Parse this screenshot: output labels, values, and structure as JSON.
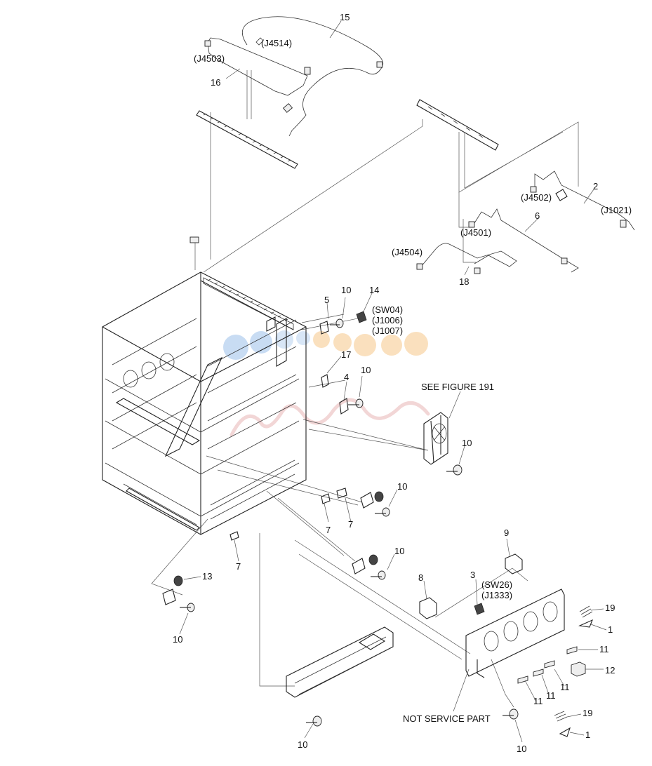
{
  "labels": {
    "n15": "15",
    "n16": "16",
    "j4514": "(J4514)",
    "j4503": "(J4503)",
    "n2": "2",
    "j4502": "(J4502)",
    "j1021": "(J1021)",
    "n6": "6",
    "j4501": "(J4501)",
    "j4504": "(J4504)",
    "n18": "18",
    "n5": "5",
    "n10_a": "10",
    "n14": "14",
    "sw04": "(SW04)",
    "j1006": "(J1006)",
    "j1007": "(J1007)",
    "n17": "17",
    "n4": "4",
    "n10_b": "10",
    "see_figure": "SEE FIGURE 191",
    "n10_c": "10",
    "n10_d": "10",
    "n7_a": "7",
    "n7_b": "7",
    "n7_c": "7",
    "n10_e": "10",
    "n9": "9",
    "n13": "13",
    "n10_f": "10",
    "n8": "8",
    "n3": "3",
    "sw26": "(SW26)",
    "j1333": "(J1333)",
    "n19_a": "19",
    "n1_a": "1",
    "n11_a": "11",
    "n12": "12",
    "n11_b": "11",
    "n11_c": "11",
    "n11_d": "11",
    "not_service": "NOT SERVICE PART",
    "n19_b": "19",
    "n1_b": "1",
    "n10_g": "10",
    "n10_h": "10"
  },
  "icons": {
    "watermark": "partsmarket-watermark-logo"
  },
  "colors": {
    "watermark_blue": "#9cc0ea",
    "watermark_orange": "#f7c78a",
    "watermark_text": "#e9b5b5"
  }
}
